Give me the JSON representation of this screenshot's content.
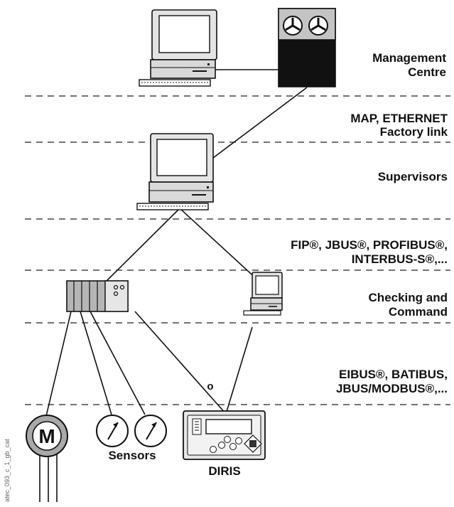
{
  "layers": [
    {
      "line1": "Management",
      "line2": "Centre"
    },
    {
      "line1": "MAP, ETHERNET",
      "line2": "Factory link"
    },
    {
      "line1": "Supervisors",
      "line2": ""
    },
    {
      "line1": "FIP®, JBUS®, PROFIBUS®,",
      "line2": "INTERBUS-S®,..."
    },
    {
      "line1": "Checking and",
      "line2": "Command"
    },
    {
      "line1": "EIBUS®, BATIBUS,",
      "line2": "JBUS/MODBUS®,..."
    }
  ],
  "devices": {
    "motor_letter": "M",
    "sensors_caption": "Sensors",
    "diris_caption": "DIRIS",
    "connector_label": "o"
  },
  "side_code": "atec_093_c_1_gb_cat",
  "colors": {
    "line": "#111111",
    "dash": "#222222",
    "fill_dark": "#111111",
    "fill_mid": "#b0b0b0",
    "fill_light": "#e6e6e6"
  }
}
